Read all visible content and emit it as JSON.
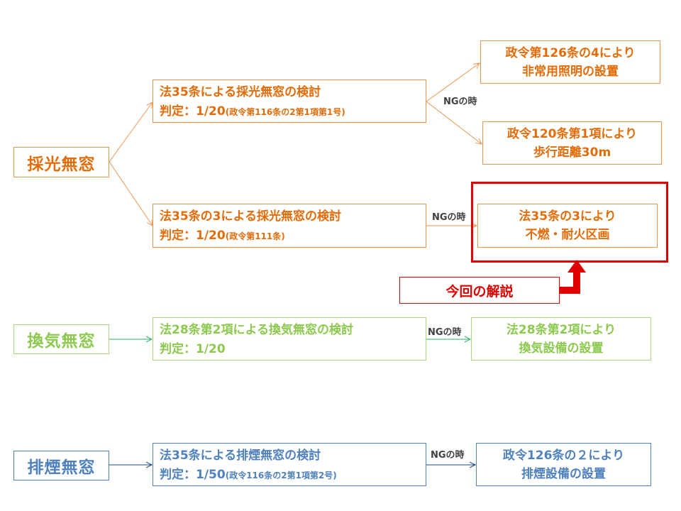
{
  "colors": {
    "orange": "#E36C09",
    "green": "#8CC94E",
    "blue": "#4F81BD",
    "red": "#E00000"
  },
  "ng_label": "NGの時",
  "saiko": {
    "title": "採光無窓",
    "check1": {
      "line1": "法35条による採光無窓の検討",
      "line2": "判定：1/20",
      "ref": "(政令第116条の2第1項第1号)"
    },
    "result1": {
      "line1": "政令第126条の4により",
      "line2": "非常用照明の設置"
    },
    "result2": {
      "line1": "政令120条第1項により",
      "line2": "歩行距離30m"
    },
    "check2": {
      "line1": "法35条の3による採光無窓の検討",
      "line2": "判定：1/20",
      "ref": "(政令第111条)"
    },
    "result3": {
      "line1": "法35条の3により",
      "line2": "不燃・耐火区画"
    }
  },
  "callout": "今回の解説",
  "kanki": {
    "title": "換気無窓",
    "check": {
      "line1": "法28条第2項による換気無窓の検討",
      "line2": "判定：1/20"
    },
    "result": {
      "line1": "法28条第2項により",
      "line2": "換気設備の設置"
    }
  },
  "haien": {
    "title": "排煙無窓",
    "check": {
      "line1": "法35条による排煙無窓の検討",
      "line2": "判定：1/50",
      "ref": "(政令116条の2第1項第2号)"
    },
    "result": {
      "line1": "政令126条の２により",
      "line2": "排煙設備の設置"
    }
  }
}
